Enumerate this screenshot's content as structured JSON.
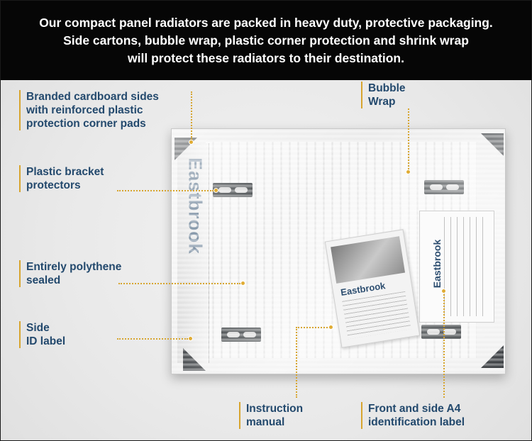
{
  "banner": {
    "lines": [
      "Our compact panel radiators are packed in heavy duty, protective packaging.",
      "Side cartons, bubble wrap, plastic corner protection and shrink wrap",
      "will protect these radiators to their destination."
    ]
  },
  "callouts": {
    "branded_sides": [
      "Branded cardboard sides",
      "with reinforced plastic",
      "protection corner pads"
    ],
    "bubble_wrap": [
      "Bubble",
      "Wrap"
    ],
    "bracket_protectors": [
      "Plastic bracket",
      "protectors"
    ],
    "polythene": [
      "Entirely polythene",
      "sealed"
    ],
    "side_id": [
      "Side",
      "ID label"
    ],
    "instruction_manual": [
      "Instruction",
      "manual"
    ],
    "front_label": [
      "Front and side A4",
      "identification label"
    ]
  },
  "product": {
    "brand": "Eastbrook"
  },
  "colors": {
    "banner_bg": "#060606",
    "label_text": "#23496d",
    "accent": "#d7a52f"
  }
}
